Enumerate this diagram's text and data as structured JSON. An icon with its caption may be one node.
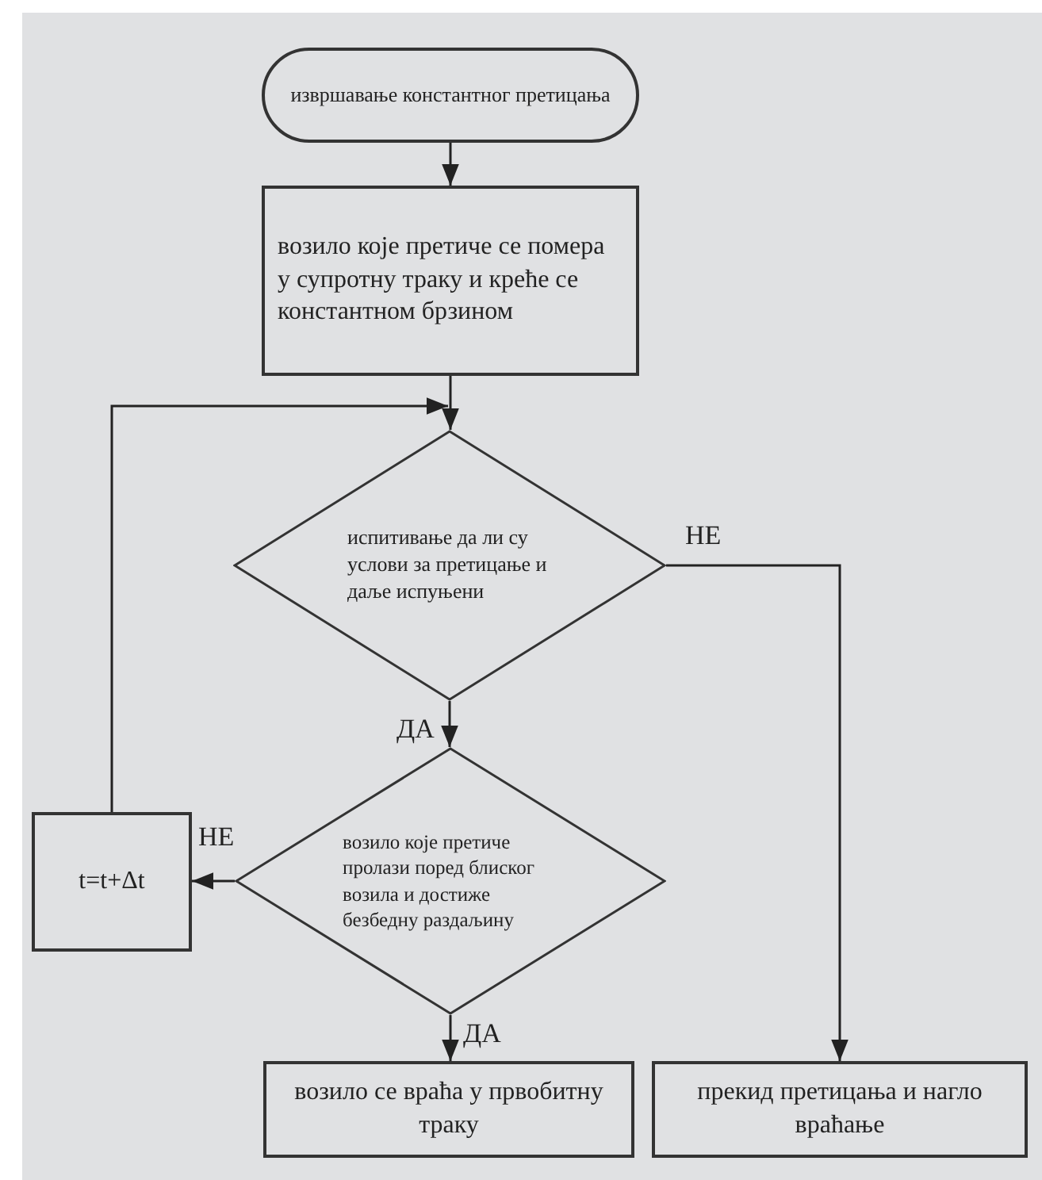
{
  "diagram": {
    "nodes": [
      {
        "text": [
          "извршавање константног претицања"
        ]
      },
      {
        "text": [
          "возило које претиче се помера у супротну траку и креће се константном брзином"
        ]
      },
      {
        "text": [
          "испитивање да ли су услови за претицање и даље испуњени"
        ]
      },
      {
        "text": [
          "возило које претиче пролази поред блиског возила и достиже безбедну раздаљину"
        ]
      },
      {
        "text": [
          "t=t+Δt"
        ]
      },
      {
        "text": [
          "возило се враћа у првобитну траку"
        ]
      },
      {
        "text": [
          "прекид претицања и нагло враћање"
        ]
      }
    ],
    "edges": [
      {
        "from": 0,
        "to": 1,
        "arrow": "to"
      },
      {
        "from": 1,
        "to": 2,
        "arrow": "to"
      },
      {
        "from": 2,
        "to": 3,
        "arrow": "to",
        "label": "ДА"
      },
      {
        "from": 2,
        "to": 6,
        "arrow": "to",
        "label": "НЕ"
      },
      {
        "from": 3,
        "to": 4,
        "arrow": "to",
        "label": "НЕ"
      },
      {
        "from": 3,
        "to": 5,
        "arrow": "to",
        "label": "ДА"
      },
      {
        "from": 4,
        "to": 2,
        "arrow": "to"
      }
    ]
  }
}
